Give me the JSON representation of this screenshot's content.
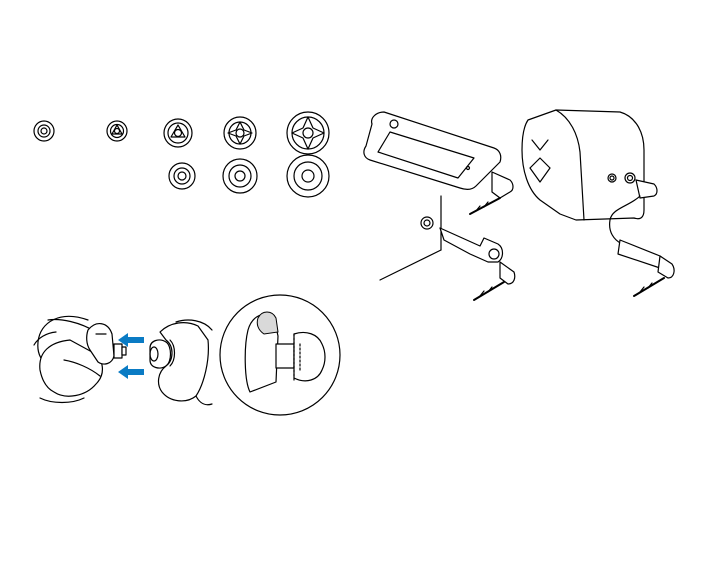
{
  "figure": {
    "panels": [
      "eartip-sizes",
      "eartip-attach",
      "device-connections"
    ],
    "accent_color": "#0a7bc4",
    "line_color": "#000000",
    "background": "#ffffff"
  }
}
